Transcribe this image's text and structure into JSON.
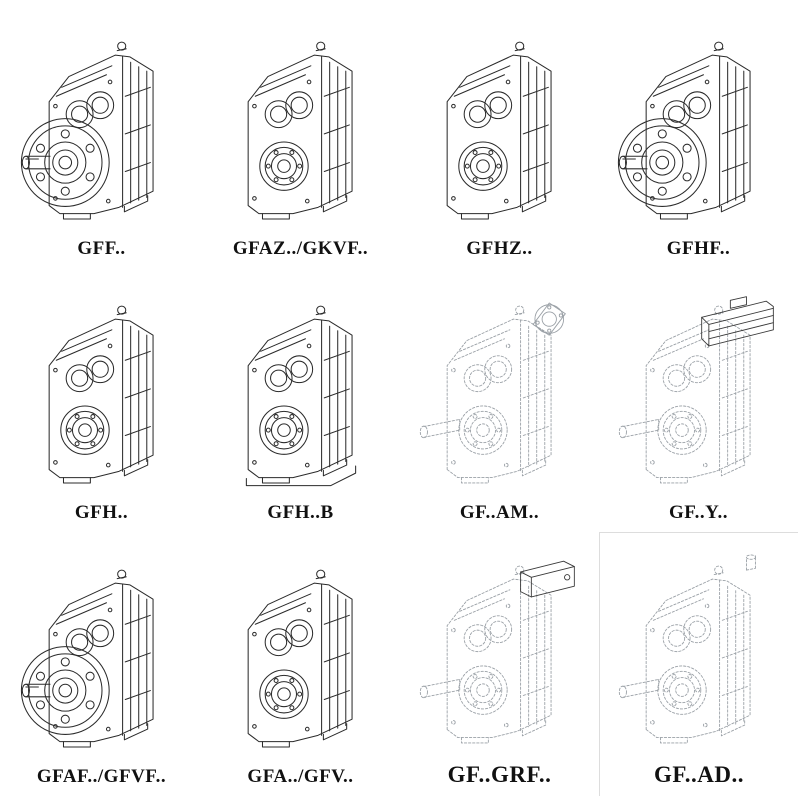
{
  "page": {
    "background": "#ffffff",
    "line_color": "#2b2b2b",
    "dashed_line_color": "#9aa0a6",
    "description": "Catalog sheet of parallel shaft helical gear unit model variants"
  },
  "products": [
    {
      "label": "GFF..",
      "drawing": "gearbox-flange-output-icon"
    },
    {
      "label": "GFAZ../GKVF..",
      "drawing": "gearbox-hollow-shaft-icon"
    },
    {
      "label": "GFHZ..",
      "drawing": "gearbox-hollow-shaft-icon"
    },
    {
      "label": "GFHF..",
      "drawing": "gearbox-flange-output-icon"
    },
    {
      "label": "GFH..",
      "drawing": "gearbox-hollow-shaft-icon"
    },
    {
      "label": "GFH..B",
      "drawing": "gearbox-foot-mounted-icon"
    },
    {
      "label": "GF..AM..",
      "drawing": "gearbox-dashed-input-flange-icon"
    },
    {
      "label": "GF..Y..",
      "drawing": "gearbox-dashed-motor-icon"
    },
    {
      "label": "GFAF../GFVF..",
      "drawing": "gearbox-flange-output-icon"
    },
    {
      "label": "GFA../GFV..",
      "drawing": "gearbox-hollow-shaft-icon"
    },
    {
      "label": "GF..GRF..",
      "drawing": "gearbox-dashed-input-unit-icon"
    },
    {
      "label": "GF..AD..",
      "drawing": "gearbox-dashed-top-shaft-icon"
    }
  ]
}
